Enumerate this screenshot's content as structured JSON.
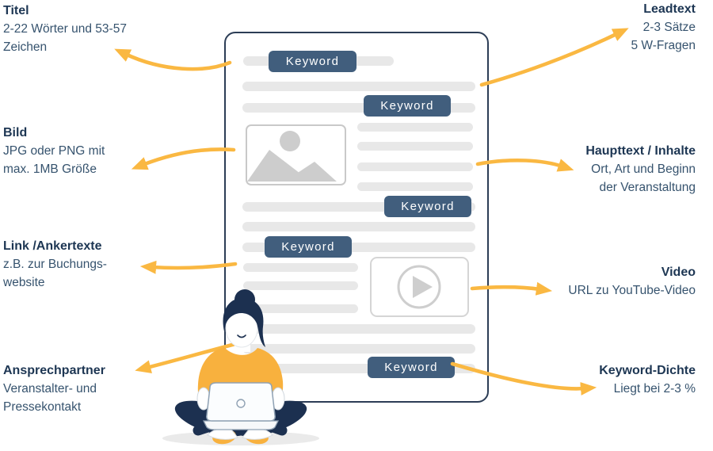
{
  "labels": {
    "titel": {
      "title": "Titel",
      "lines": [
        "2-22 Wörter und 53-57",
        "Zeichen"
      ]
    },
    "leadtext": {
      "title": "Leadtext",
      "lines": [
        "2-3 Sätze",
        "5 W-Fragen"
      ]
    },
    "bild": {
      "title": "Bild",
      "lines": [
        "JPG oder PNG mit",
        "max. 1MB Größe"
      ]
    },
    "haupttext": {
      "title": "Haupttext / Inhalte",
      "lines": [
        "Ort, Art und Beginn",
        "der Veranstaltung"
      ]
    },
    "link": {
      "title": "Link /Ankertexte",
      "lines": [
        "z.B. zur Buchungs-",
        "website"
      ]
    },
    "video": {
      "title": "Video",
      "lines": [
        "URL zu YouTube-Video"
      ]
    },
    "ansprechpartner": {
      "title": "Ansprechpartner",
      "lines": [
        "Veranstalter- und",
        "Pressekontakt"
      ]
    },
    "keyword_dichte": {
      "title": "Keyword-Dichte",
      "lines": [
        "Liegt bei 2-3 %"
      ]
    }
  },
  "document_mockup": {
    "keywords": [
      "Keyword",
      "Keyword",
      "Keyword",
      "Keyword",
      "Keyword"
    ]
  },
  "icons": {
    "image_placeholder": "image-placeholder-icon",
    "play": "play-icon"
  },
  "colors": {
    "arrow_accent": "#fab842",
    "keyword_badge": "#415e7d",
    "heading_text": "#1d3653",
    "body_text": "#36536e",
    "placeholder_bar": "#e8e8e8",
    "document_border": "#2c3d56",
    "illustration_dark": "#1c3050",
    "illustration_shirt": "#f8b13e"
  }
}
